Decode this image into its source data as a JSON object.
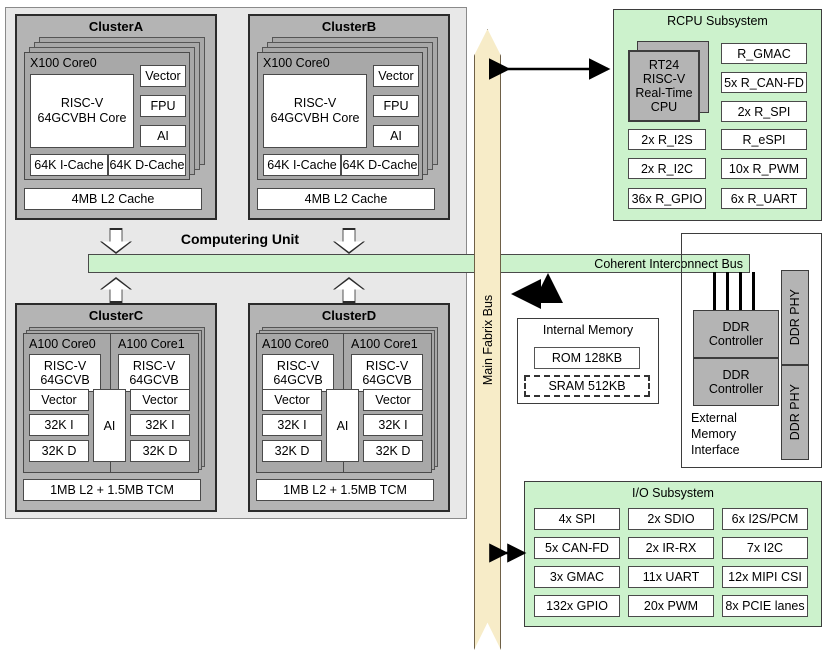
{
  "computing_unit": {
    "label": "Computering Unit",
    "clusters": [
      {
        "id": "cluster-a",
        "title": "ClusterA",
        "core_title": "X100 Core0",
        "core_main": [
          "RISC-V",
          "64GCVBH Core"
        ],
        "core_units": [
          "Vector",
          "FPU",
          "AI"
        ],
        "caches": [
          "64K I-Cache",
          "64K D-Cache"
        ],
        "l2": "4MB L2 Cache"
      },
      {
        "id": "cluster-b",
        "title": "ClusterB",
        "core_title": "X100 Core0",
        "core_main": [
          "RISC-V",
          "64GCVBH Core"
        ],
        "core_units": [
          "Vector",
          "FPU",
          "AI"
        ],
        "caches": [
          "64K I-Cache",
          "64K D-Cache"
        ],
        "l2": "4MB L2 Cache"
      },
      {
        "id": "cluster-c",
        "title": "ClusterC",
        "cores": [
          {
            "title": "A100 Core0",
            "main": [
              "RISC-V",
              "64GCVB"
            ],
            "vector": "Vector",
            "icache": "32K I",
            "dcache": "32K D"
          },
          {
            "title": "A100 Core1",
            "main": [
              "RISC-V",
              "64GCVB"
            ],
            "vector": "Vector",
            "icache": "32K I",
            "dcache": "32K D"
          }
        ],
        "ai": "AI",
        "l2": "1MB L2 + 1.5MB TCM"
      },
      {
        "id": "cluster-d",
        "title": "ClusterD",
        "cores": [
          {
            "title": "A100 Core0",
            "main": [
              "RISC-V",
              "64GCVB"
            ],
            "vector": "Vector",
            "icache": "32K I",
            "dcache": "32K D"
          },
          {
            "title": "A100 Core1",
            "main": [
              "RISC-V",
              "64GCVB"
            ],
            "vector": "Vector",
            "icache": "32K I",
            "dcache": "32K D"
          }
        ],
        "ai": "AI",
        "l2": "1MB L2 + 1.5MB TCM"
      }
    ]
  },
  "coherent_bus": {
    "label": "Coherent Interconnect Bus"
  },
  "main_fabric_bus": {
    "label": "Main Fabrix Bus"
  },
  "rcpu": {
    "title": "RCPU Subsystem",
    "cpu": [
      "RT24",
      "RISC-V",
      "Real-Time",
      "CPU"
    ],
    "left_items": [
      "2x R_I2S",
      "2x R_I2C",
      "36x R_GPIO"
    ],
    "right_items": [
      "R_GMAC",
      "5x R_CAN-FD",
      "2x R_SPI",
      "R_eSPI",
      "10x R_PWM",
      "6x R_UART"
    ]
  },
  "internal_memory": {
    "title": "Internal Memory",
    "rom": "ROM 128KB",
    "sram": "SRAM 512KB"
  },
  "external_memory": {
    "label": [
      "External",
      "Memory",
      "Interface"
    ],
    "controllers": [
      "DDR Controller",
      "DDR Controller"
    ],
    "phys": [
      "DDR PHY",
      "DDR PHY"
    ]
  },
  "io_subsystem": {
    "title": "I/O Subsystem",
    "rows": [
      [
        "4x SPI",
        "2x SDIO",
        "6x I2S/PCM"
      ],
      [
        "5x CAN-FD",
        "2x IR-RX",
        "7x I2C"
      ],
      [
        "3x GMAC",
        "11x UART",
        "12x MIPI CSI"
      ],
      [
        "132x GPIO",
        "20x PWM",
        "8x PCIE lanes"
      ]
    ]
  },
  "colors": {
    "bus_green": "#ccf2cc",
    "fabric_tan": "#f7ecc8",
    "cluster_gray": "#b4b4b4",
    "card_gray": "#a8a8a8",
    "shell_gray": "#e8e8e8"
  }
}
